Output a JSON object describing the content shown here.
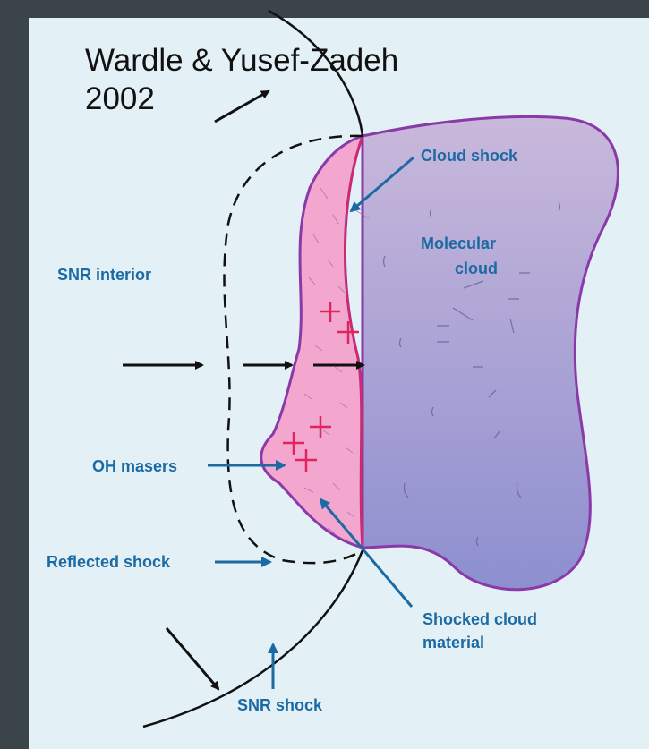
{
  "credit": {
    "line1": "Wardle & Yusef-Zadeh",
    "line2": "2002"
  },
  "labels": {
    "cloud_shock": "Cloud shock",
    "molecular_cloud_1": "Molecular",
    "molecular_cloud_2": "cloud",
    "snr_interior": "SNR interior",
    "oh_masers": "OH masers",
    "reflected_shock": "Reflected shock",
    "shocked_cloud_1": "Shocked cloud",
    "shocked_cloud_2": "material",
    "snr_shock": "SNR shock"
  },
  "colors": {
    "page_background": "#3a4449",
    "panel_background": "#e3f0f5",
    "molecular_cloud_fill": "#b9aed8",
    "cloud_outline": "#8a3aa8",
    "shocked_layer_fill": "#f3a7cf",
    "cloud_shock_front": "#e0245e",
    "label_text": "#1c6aa3",
    "maser_cross": "#e0245e"
  },
  "maser_count": 5
}
